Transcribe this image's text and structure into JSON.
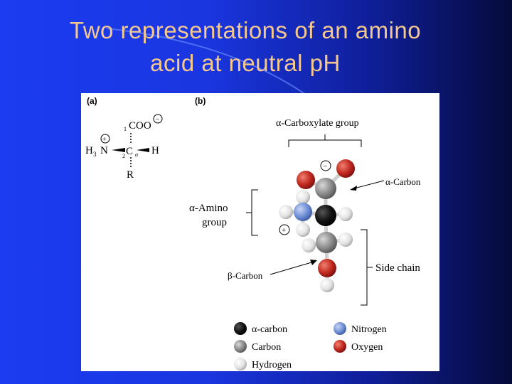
{
  "slide": {
    "title_line1": "Two representations of an amino",
    "title_line2": "acid at neutral pH"
  },
  "figure": {
    "panel_a_label": "(a)",
    "panel_b_label": "(b)",
    "structure": {
      "coo": "COO",
      "h3": "H",
      "sub3": "3",
      "n": "N",
      "c": "C",
      "h": "H",
      "r": "R",
      "num1": "1",
      "num2": "2",
      "alpha": "α"
    },
    "labels": {
      "carboxylate": "α-Carboxylate group",
      "alpha_carbon": "α-Carbon",
      "amino_line1": "α-Amino",
      "amino_line2": "group",
      "beta_carbon": "β-Carbon",
      "side_chain": "Side chain"
    },
    "legend": [
      {
        "label": "α-carbon",
        "color": "#0a0a0a"
      },
      {
        "label": "Nitrogen",
        "color": "#6f8fd6"
      },
      {
        "label": "Carbon",
        "color": "#8a8a8a"
      },
      {
        "label": "Oxygen",
        "color": "#c0281e"
      },
      {
        "label": "Hydrogen",
        "color": "#e8e8e8"
      }
    ],
    "charges": {
      "minus": "−",
      "plus": "+"
    }
  }
}
